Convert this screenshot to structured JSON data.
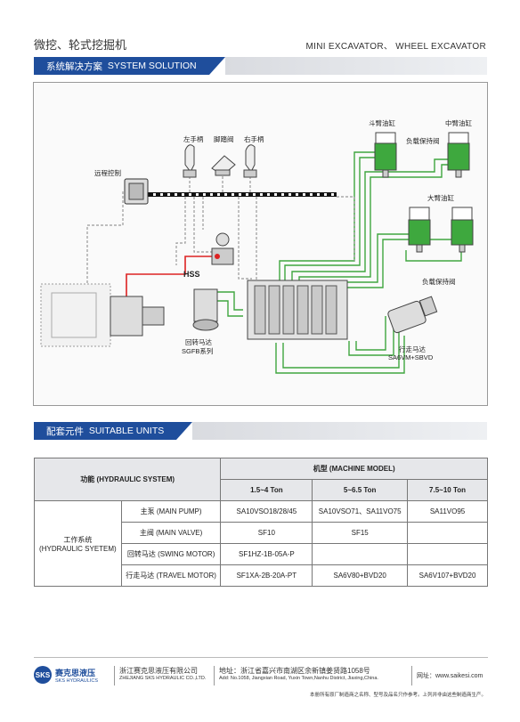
{
  "header": {
    "title_cn": "微挖、轮式挖掘机",
    "title_en": "MINI EXCAVATOR、 WHEEL EXCAVATOR"
  },
  "section1": {
    "cn": "系统解决方案",
    "en": "SYSTEM SOLUTION"
  },
  "diagram": {
    "labels": {
      "remote_control": "远程控制",
      "left_handle": "左手柄",
      "foot_valve": "脚踏阀",
      "right_handle": "右手柄",
      "bucket_cylinder": "斗臂油缸",
      "middle_arm_cylinder": "中臂油缸",
      "load_holding_valve_top": "负载保持阀",
      "big_arm_cylinder": "大臂油缸",
      "load_holding_valve_bottom": "负载保持阀",
      "hss": "HSS",
      "swing_motor": "回转马达",
      "swing_motor_series": "SGFB系列",
      "travel_motor": "行走马达",
      "travel_motor_model": "SA6VM+SBVD"
    }
  },
  "section2": {
    "cn": "配套元件",
    "en": "SUITABLE UNITS"
  },
  "table": {
    "function_header": "功能 (HYDRAULIC SYSTEM)",
    "model_header": "机型 (MACHINE MODEL)",
    "tons": [
      "1.5~4 Ton",
      "5~6.5 Ton",
      "7.5~10 Ton"
    ],
    "system_label_cn": "工作系统",
    "system_label_en": "(HYDRAULIC SYETEM)",
    "rows": [
      {
        "name": "主泵 (MAIN PUMP)",
        "v": [
          "SA10VSO18/28/45",
          "SA10VSO71、SA11VO75",
          "SA11VO95"
        ]
      },
      {
        "name": "主阀 (MAIN VALVE)",
        "v": [
          "SF10",
          "SF15",
          ""
        ]
      },
      {
        "name": "回转马达 (SWING MOTOR)",
        "v": [
          "SF1HZ-1B-05A-P",
          "",
          ""
        ]
      },
      {
        "name": "行走马达 (TRAVEL MOTOR)",
        "v": [
          "SF1XA-2B-20A-PT",
          "SA6V80+BVD20",
          "SA6V107+BVD20"
        ]
      }
    ]
  },
  "footer": {
    "logo_mark": "SKS",
    "brand_cn": "赛克思液压",
    "brand_en": "SKS HYDRAULICS",
    "company_cn": "浙江赛克思液压有限公司",
    "company_en": "ZHEJIANG SKS HYDRAULIC CO.,LTD.",
    "address_cn": "地址：浙江省嘉兴市南湖区余新镇姜贤路1058号",
    "address_en": "Add: No.1058, Jiangxian Road, Yuxin Town,Nanhu District, Jiaxing,China.",
    "website": "网址：www.saikesi.com",
    "notice": "本册所有原厂制造商之名称、型号及品名只作参考。上列并非由这些制造商生产。"
  }
}
